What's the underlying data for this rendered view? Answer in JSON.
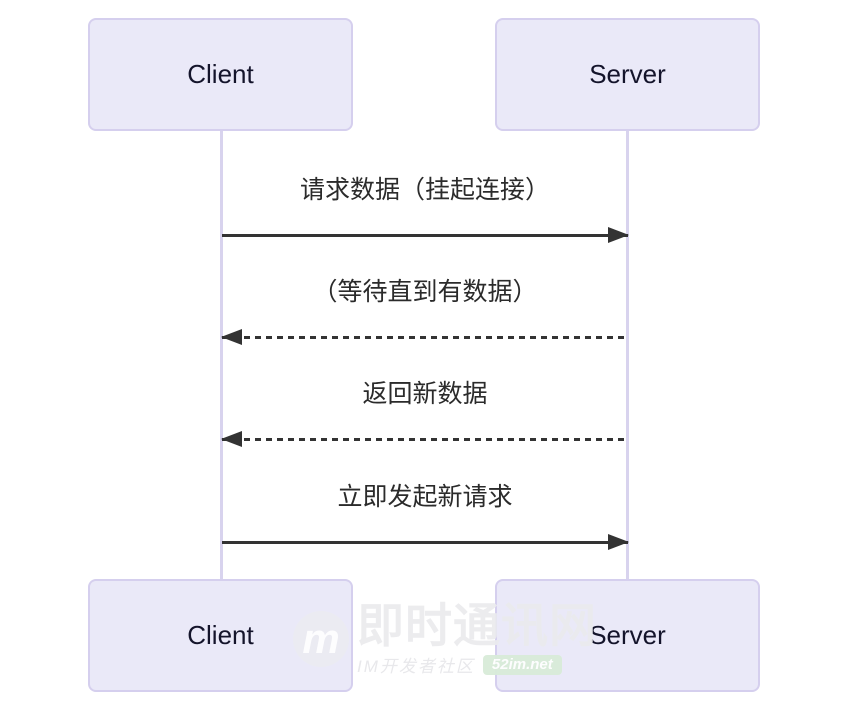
{
  "actors": {
    "client": "Client",
    "server": "Server"
  },
  "messages": [
    {
      "label": "请求数据（挂起连接）",
      "from": "client",
      "to": "server",
      "line": "solid"
    },
    {
      "label": "（等待直到有数据）",
      "from": "server",
      "to": "client",
      "line": "dashed"
    },
    {
      "label": "返回新数据",
      "from": "server",
      "to": "client",
      "line": "dashed"
    },
    {
      "label": "立即发起新请求",
      "from": "client",
      "to": "server",
      "line": "solid"
    }
  ],
  "watermark": {
    "logo_letter": "m",
    "site_name": "即时通讯网",
    "community": "IM开发者社区",
    "badge": "52im.net"
  },
  "colors": {
    "actor_fill": "#eae9f8",
    "actor_border": "#d5cfee",
    "lifeline": "#d8d3ee",
    "arrow": "#333333",
    "badge_bg": "#d9ecd9",
    "watermark_gray": "#ebebee"
  }
}
